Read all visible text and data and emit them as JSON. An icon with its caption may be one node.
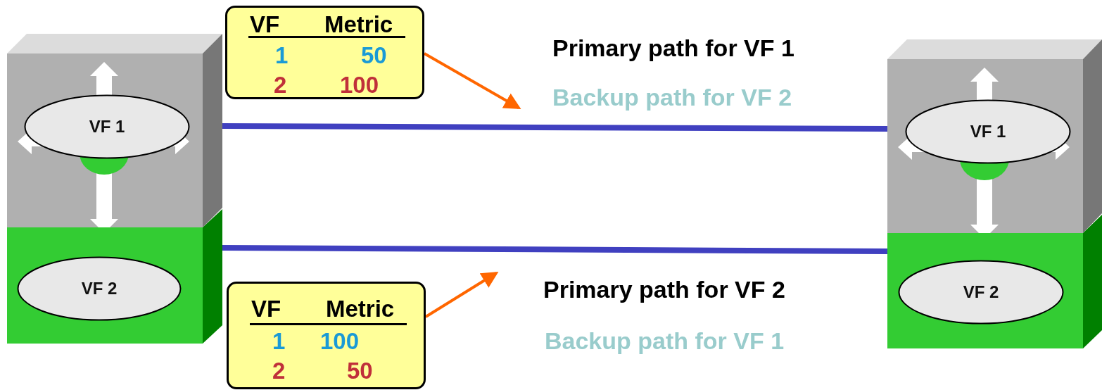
{
  "diagram": {
    "nodes": [
      {
        "text": [],
        "shape": "box"
      },
      {
        "text": [
          "VF 1"
        ],
        "in": 0
      },
      {
        "text": [],
        "shape": "box"
      },
      {
        "text": [
          "VF 2"
        ],
        "in": 2
      },
      {
        "text": [
          "VF",
          "Metric",
          "1",
          "50",
          "2",
          "100"
        ]
      },
      {
        "text": [
          "VF",
          "Metric",
          "1",
          "100",
          "2",
          "50"
        ]
      },
      {
        "text": [],
        "shape": "box"
      },
      {
        "text": [
          "VF 1"
        ],
        "in": 6
      },
      {
        "text": [],
        "shape": "box"
      },
      {
        "text": [
          "VF 2"
        ],
        "in": 8
      }
    ],
    "edges": [
      {
        "from": 4,
        "to": null,
        "arrow": "to",
        "color": "#ff6600"
      },
      {
        "from": 0,
        "to": 6,
        "arrow": "none",
        "style": "thick",
        "color": "#4040c0"
      },
      {
        "from": 2,
        "to": 8,
        "arrow": "none",
        "style": "thick",
        "color": "#4040c0"
      },
      {
        "from": 5,
        "to": null,
        "arrow": "to",
        "color": "#ff6600"
      }
    ],
    "labels": [
      "Primary path for VF 1",
      "Backup path for VF 2",
      "Primary path for VF 2",
      "Backup path for VF 1"
    ]
  }
}
